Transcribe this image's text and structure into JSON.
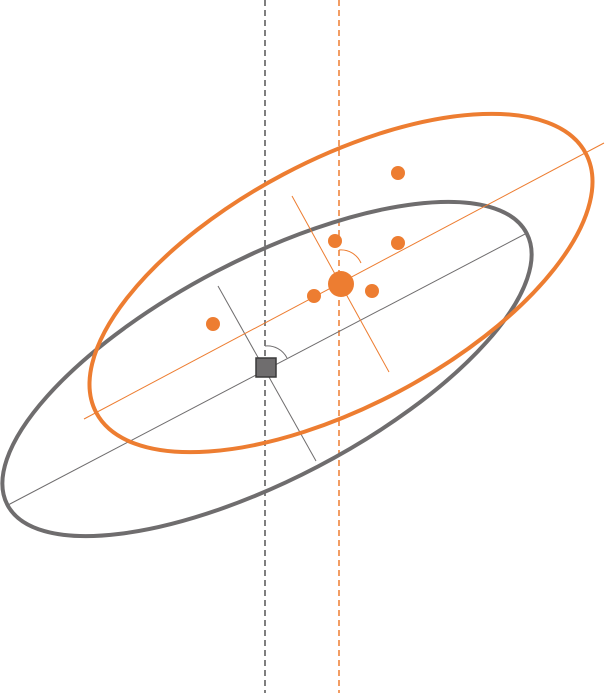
{
  "colors": {
    "background": "#ffffff",
    "gray": "#6f6d6e",
    "gray_dark": "#4a4a4a",
    "gray_fill": "#6f6d6e",
    "orange": "#ed7d31"
  },
  "elements": {
    "gray_ellipse": {
      "color": "gray"
    },
    "orange_ellipse": {
      "color": "orange"
    },
    "gray_center_marker": {
      "shape": "square",
      "color": "gray_fill"
    },
    "orange_center_marker": {
      "shape": "circle",
      "color": "orange"
    },
    "sample_points": {
      "count": 6,
      "shape": "circle",
      "color": "orange"
    }
  }
}
